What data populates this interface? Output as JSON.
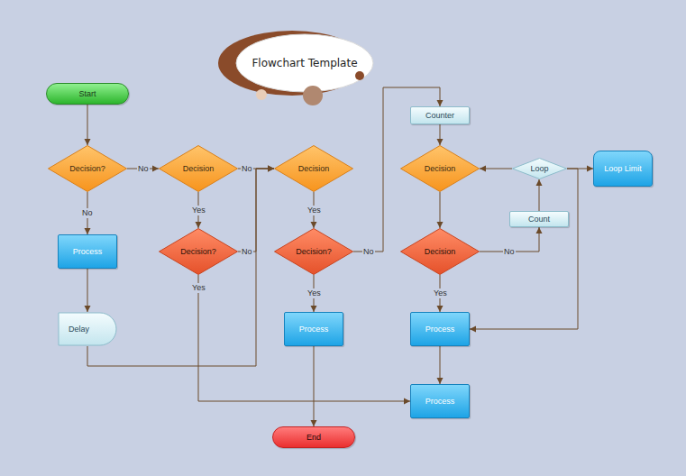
{
  "diagram": {
    "title": "Flowchart Template",
    "nodes": [
      {
        "text": [
          "Start"
        ]
      },
      {
        "text": [
          "Counter"
        ]
      },
      {
        "text": [
          "Decision?"
        ]
      },
      {
        "text": [
          "Decision"
        ]
      },
      {
        "text": [
          "Decision"
        ]
      },
      {
        "text": [
          "Decision"
        ]
      },
      {
        "text": [
          "Loop"
        ]
      },
      {
        "text": [
          "Loop Limit"
        ]
      },
      {
        "text": [
          "Count"
        ]
      },
      {
        "text": [
          "Process"
        ]
      },
      {
        "text": [
          "Decision?"
        ]
      },
      {
        "text": [
          "Decision?"
        ]
      },
      {
        "text": [
          "Decision"
        ]
      },
      {
        "text": [
          "Delay"
        ]
      },
      {
        "text": [
          "Process"
        ]
      },
      {
        "text": [
          "Process"
        ]
      },
      {
        "text": [
          "Process"
        ]
      },
      {
        "text": [
          "End"
        ]
      }
    ],
    "edges": [
      {
        "from": 0,
        "to": 2,
        "arrow": "to"
      },
      {
        "from": 2,
        "to": 3,
        "label": "No",
        "arrow": "to"
      },
      {
        "from": 2,
        "to": 9,
        "label": "No",
        "arrow": "to"
      },
      {
        "from": 3,
        "to": 4,
        "label": "No",
        "arrow": "to"
      },
      {
        "from": 3,
        "to": 10,
        "label": "Yes",
        "arrow": "to"
      },
      {
        "from": 10,
        "to": 4,
        "label": "No",
        "arrow": "to"
      },
      {
        "from": 9,
        "to": 13,
        "arrow": "to"
      },
      {
        "from": 13,
        "to": 4,
        "arrow": "to"
      },
      {
        "from": 4,
        "to": 11,
        "label": "Yes",
        "arrow": "to"
      },
      {
        "from": 11,
        "to": 1,
        "label": "No",
        "arrow": "to"
      },
      {
        "from": 11,
        "to": 14,
        "label": "Yes",
        "arrow": "to"
      },
      {
        "from": 14,
        "to": 17,
        "arrow": "to"
      },
      {
        "from": 1,
        "to": 5,
        "arrow": "to"
      },
      {
        "from": 5,
        "to": 12,
        "arrow": "to"
      },
      {
        "from": 12,
        "to": 8,
        "label": "No",
        "arrow": "to"
      },
      {
        "from": 8,
        "to": 6,
        "arrow": "to"
      },
      {
        "from": 6,
        "to": 5,
        "arrow": "to"
      },
      {
        "from": 6,
        "to": 7,
        "arrow": "to"
      },
      {
        "from": 6,
        "to": 15,
        "arrow": "to"
      },
      {
        "from": 12,
        "to": 15,
        "label": "Yes",
        "arrow": "to"
      },
      {
        "from": 15,
        "to": 16,
        "arrow": "to"
      },
      {
        "from": 10,
        "to": 16,
        "label": "Yes",
        "arrow": "to"
      }
    ]
  }
}
